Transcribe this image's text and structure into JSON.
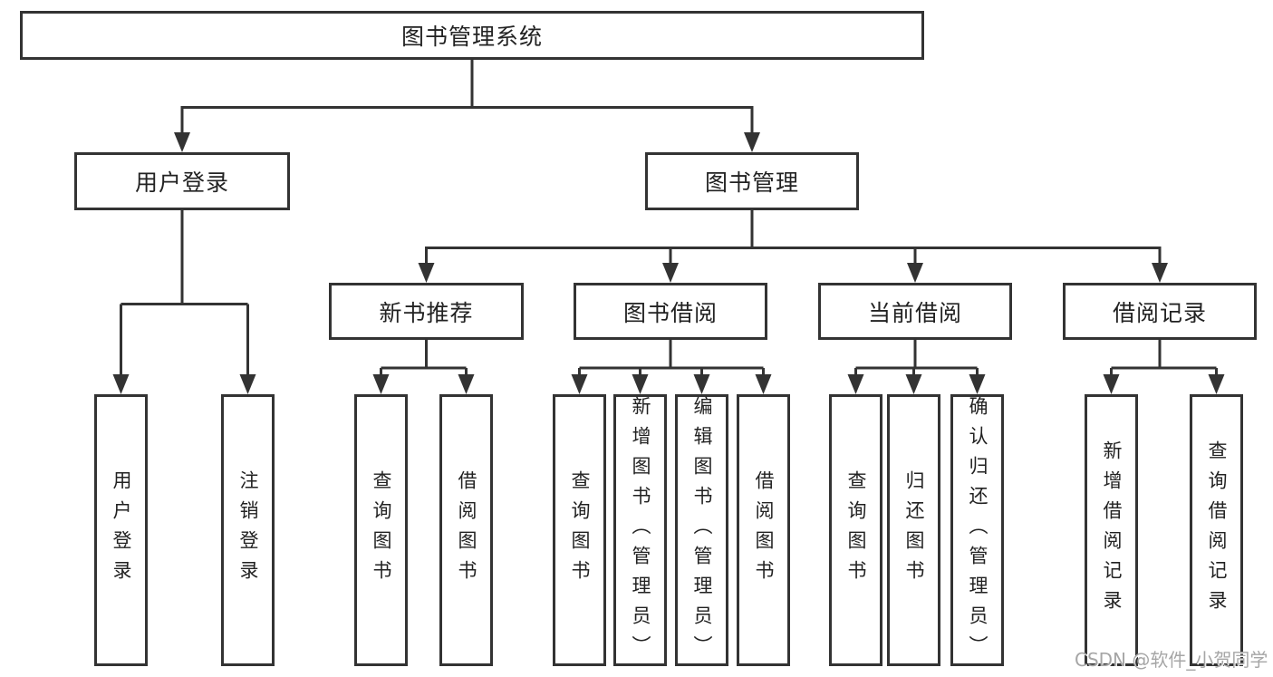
{
  "diagram": {
    "root": {
      "label": "图书管理系统"
    },
    "branches": [
      {
        "label": "用户登录",
        "children": [
          {
            "label": "用户登录"
          },
          {
            "label": "注销登录"
          }
        ]
      },
      {
        "label": "图书管理",
        "groups": [
          {
            "label": "新书推荐",
            "children": [
              {
                "label": "查询图书"
              },
              {
                "label": "借阅图书"
              }
            ]
          },
          {
            "label": "图书借阅",
            "children": [
              {
                "label": "查询图书"
              },
              {
                "label": "新增图书（管理员）"
              },
              {
                "label": "编辑图书（管理员）"
              },
              {
                "label": "借阅图书"
              }
            ]
          },
          {
            "label": "当前借阅",
            "children": [
              {
                "label": "查询图书"
              },
              {
                "label": "归还图书"
              },
              {
                "label": "确认归还（管理员）"
              }
            ]
          },
          {
            "label": "借阅记录",
            "children": [
              {
                "label": "新增借阅记录"
              },
              {
                "label": "查询借阅记录"
              }
            ]
          }
        ]
      }
    ]
  },
  "watermark": {
    "text": "CSDN @软件_小贺同学"
  },
  "colors": {
    "line": "#333333",
    "box_border": "#333333",
    "text": "#222222",
    "background": "#ffffff",
    "watermark": "#a6a6a6"
  }
}
